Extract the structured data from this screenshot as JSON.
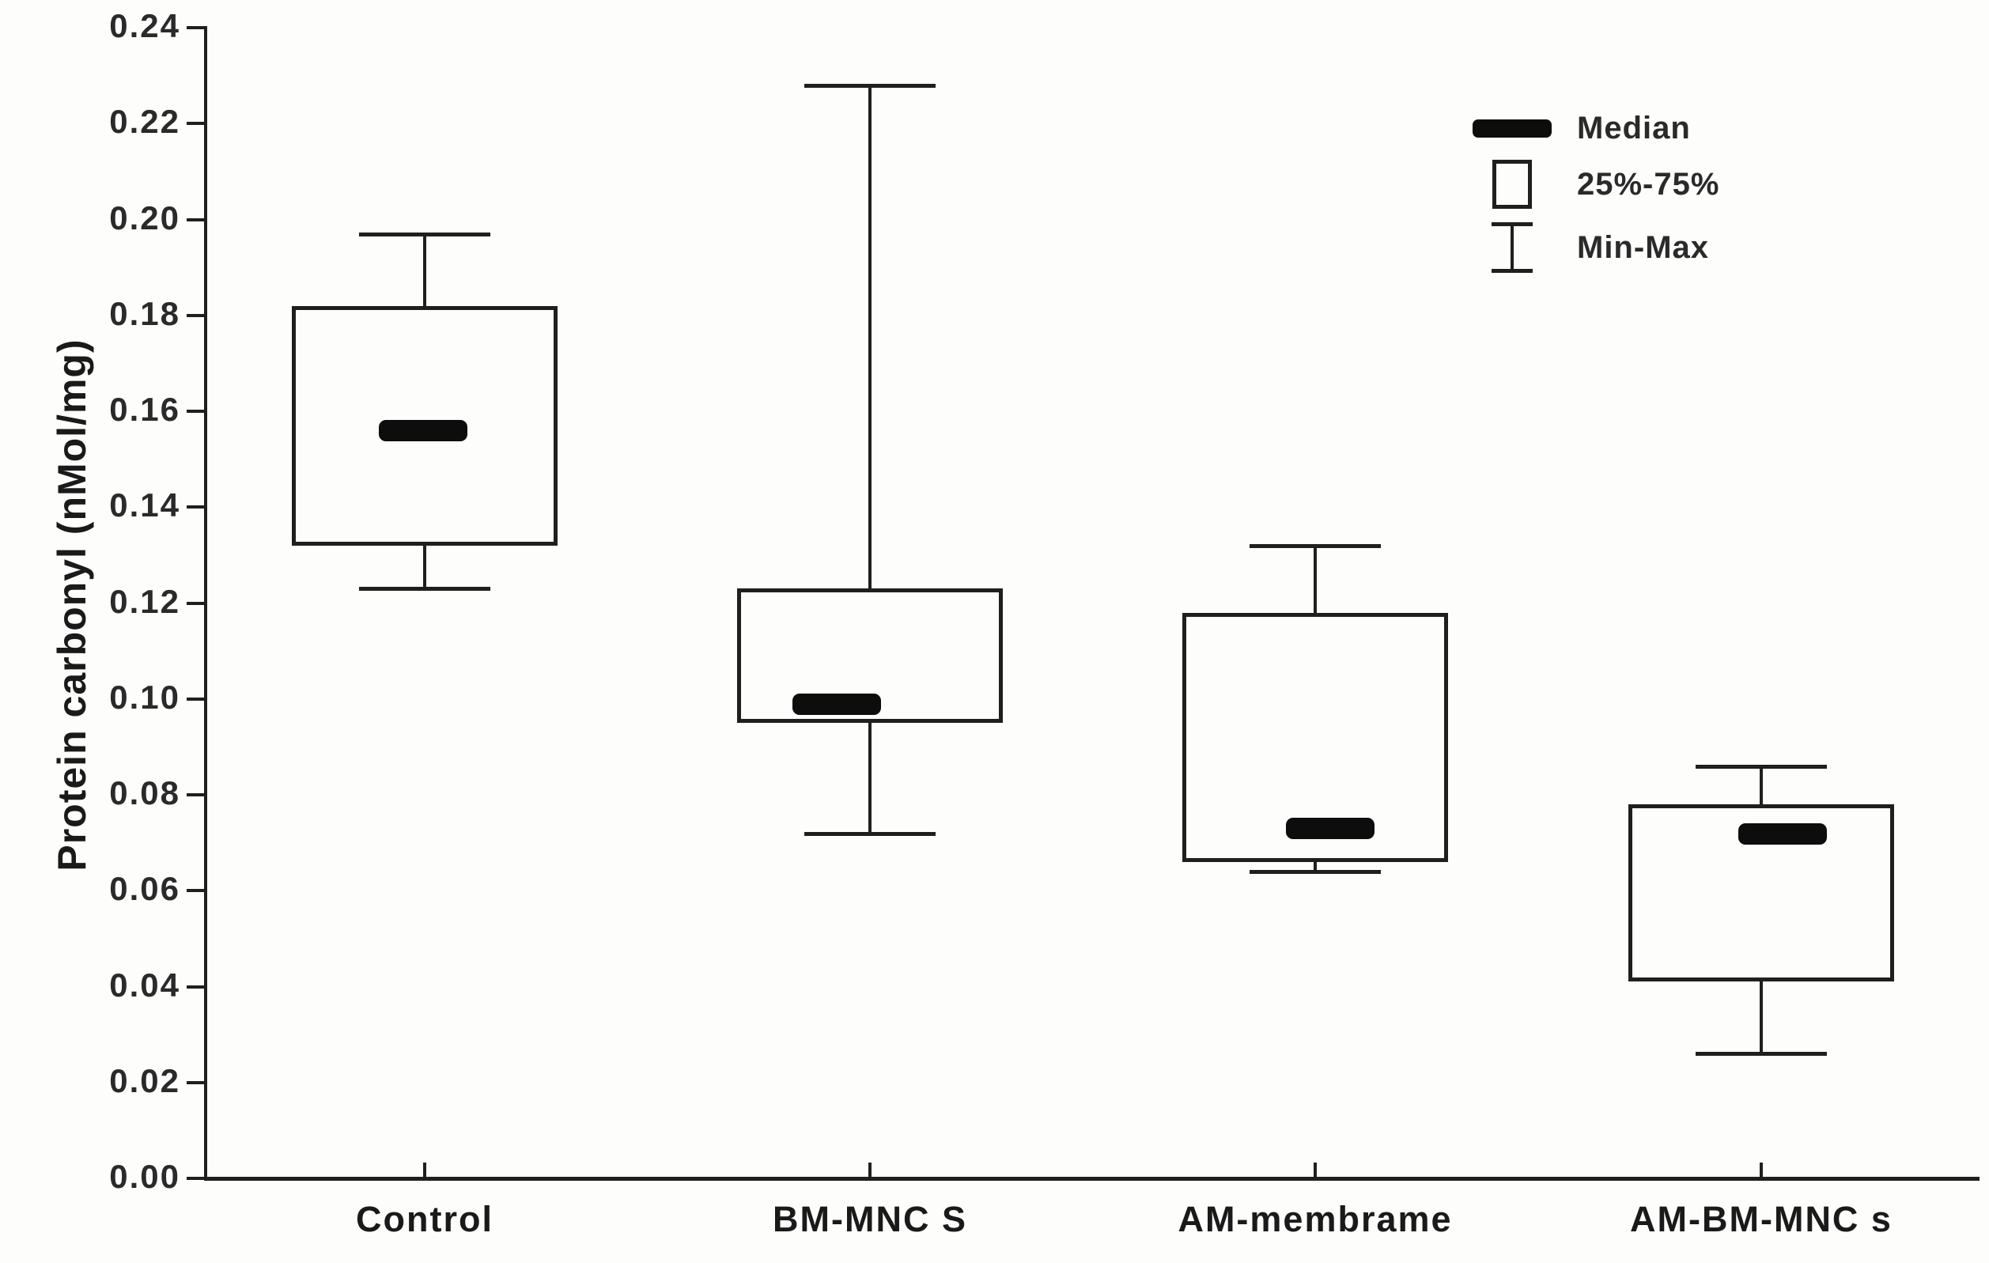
{
  "figure": {
    "background": "#fdfdfc",
    "ink_color": "#1f1f1f"
  },
  "y_axis": {
    "title": "Protein carbonyl (nMol/mg)",
    "tick_labels": [
      "0.00",
      "0.02",
      "0.04",
      "0.06",
      "0.08",
      "0.10",
      "0.12",
      "0.14",
      "0.16",
      "0.18",
      "0.20",
      "0.22",
      "0.24"
    ]
  },
  "x_axis": {
    "categories": [
      "Control",
      "BM-MNC S",
      "AM-membrame",
      "AM-BM-MNC s"
    ]
  },
  "legend": {
    "items": [
      {
        "symbol": "median-bar",
        "label": "Median"
      },
      {
        "symbol": "box-25-75",
        "label": "25%-75%"
      },
      {
        "symbol": "min-max-whisker",
        "label": "Min-Max"
      }
    ]
  },
  "chart_data": {
    "type": "boxplot",
    "title": "",
    "ylabel": "Protein carbonyl (nMol/mg)",
    "xlabel": "",
    "ylim": [
      0.0,
      0.24
    ],
    "ytick_step": 0.02,
    "grid": false,
    "legend_position": "top-right",
    "legend_entries": [
      "Median",
      "25%-75%",
      "Min-Max"
    ],
    "categories": [
      "Control",
      "BM-MNC S",
      "AM-membrame",
      "AM-BM-MNC s"
    ],
    "series": [
      {
        "name": "Control",
        "min": 0.123,
        "q1": 0.132,
        "median": 0.156,
        "q3": 0.182,
        "max": 0.197
      },
      {
        "name": "BM-MNC S",
        "min": 0.072,
        "q1": 0.095,
        "median": 0.099,
        "q3": 0.123,
        "max": 0.228
      },
      {
        "name": "AM-membrame",
        "min": 0.064,
        "q1": 0.066,
        "median": 0.073,
        "q3": 0.118,
        "max": 0.132
      },
      {
        "name": "AM-BM-MNC s",
        "min": 0.026,
        "q1": 0.041,
        "median": 0.072,
        "q3": 0.078,
        "max": 0.086
      }
    ]
  }
}
